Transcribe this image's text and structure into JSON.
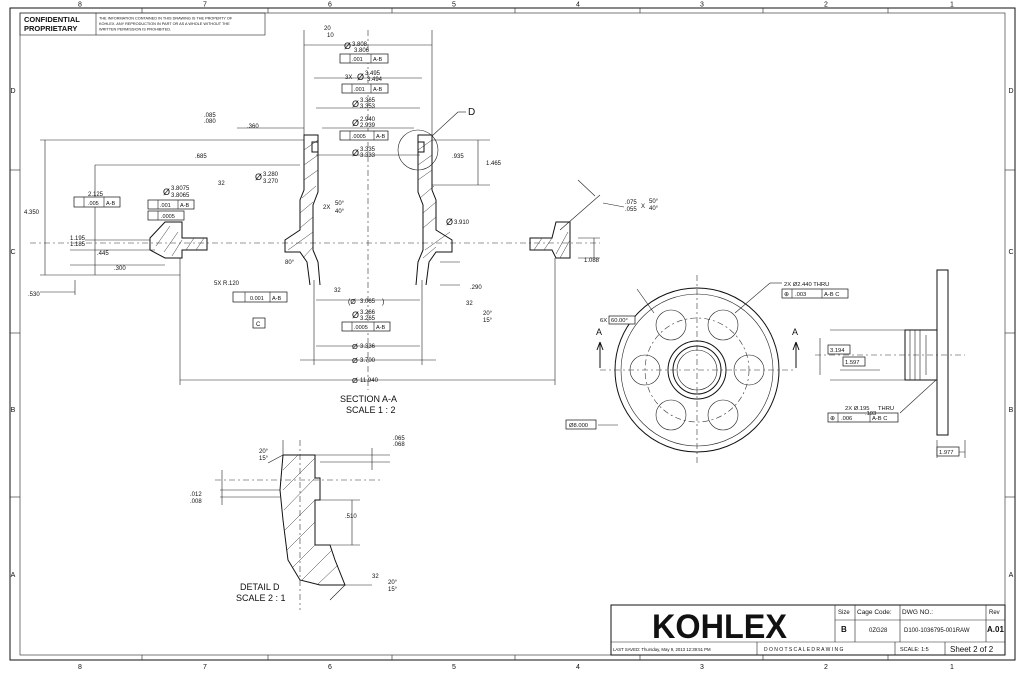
{
  "confidential": {
    "line1": "CONFIDENTIAL",
    "line2": "PROPRIETARY",
    "notice": [
      "THE INFORMATION CONTAINED IN THIS DRAWING IS THE PROPERTY OF",
      "KOHLEX. ANY REPRODUCTION IN PART OR AS A WHOLE WITHOUT THE",
      "WRITTEN PERMISSION IS PROHIBITED."
    ]
  },
  "zones": {
    "columns": [
      "8",
      "7",
      "6",
      "5",
      "4",
      "3",
      "2",
      "1"
    ],
    "rows": [
      "D",
      "C",
      "B",
      "A"
    ]
  },
  "section": {
    "label": "SECTION A-A",
    "scale": "SCALE 1 : 2"
  },
  "detail": {
    "label": "DETAIL D",
    "scale": "SCALE 2 : 1",
    "circle_label": "D"
  },
  "dims": {
    "d1a": "3.808",
    "d1b": "3.806",
    "fc1": ".001",
    "fc1r": "A-B",
    "d2pre": "3X",
    "d2a": "3.495",
    "d2b": "3.494",
    "fc2": ".001",
    "fc2r": "A-B",
    "d3a": "3.365",
    "d3b": "3.353",
    "d4a": "2.940",
    "d4b": "2.939",
    "fc4": ".0005",
    "fc4r": "A-B",
    "d5a": "3.335",
    "d5b": "3.333",
    "r20": "20",
    "r10": "10",
    "h085": ".085",
    "h080": ".080",
    "h360": ".360",
    "h685": ".685",
    "d6a": "3.280",
    "d6b": "3.270",
    "s32a": "32",
    "d7a": "3.8075",
    "d7b": "3.8065",
    "fc7": ".001",
    "fc7r": "A-B",
    "fc8": ".0005",
    "h2125": "2.125",
    "fc9": ".005",
    "fc9r": "A-B",
    "h4350": "4.350",
    "h1195": "1.195",
    "h1185": "1.185",
    "h445": ".445",
    "h300": ".300",
    "h530": ".530",
    "ch2x": "2X",
    "ch50": "50°",
    "ch40": "40°",
    "d3910": "3.910",
    "h935": ".935",
    "h1465": "1.465",
    "c80": "80°",
    "r5x": "5X R.120",
    "fc10": "0.001",
    "fc10r": "A-B",
    "datc": "C",
    "s32b": "32",
    "d3065": "3.065",
    "d8a": "3.266",
    "d8b": "3.265",
    "fc11": ".0005",
    "fc11r": "A-B",
    "d3336": "3.336",
    "d3700": "3.700",
    "d11940": "11.940",
    "h290": ".290",
    "s32c": "32",
    "c20": "20°",
    "c15": "15°",
    "ch075": ".075",
    "ch055": ".055",
    "chx": "X",
    "ch50b": "50°",
    "ch40b": "40°",
    "h1088": "1.088",
    "h2x2440": "2X Ø2.440 THRU",
    "fc12": ".003",
    "fc12r": "A-B C",
    "bolt6x": "6X",
    "bolt60": "60.00°",
    "secA1": "A",
    "secA2": "A",
    "d8000": "Ø8.000",
    "r3194": "3.194",
    "r1597": "1.597",
    "h2x195": "2X Ø.195",
    "h193": ".193",
    "thru": "THRU",
    "fc13": ".006",
    "fc13r": "A-B C",
    "r1977": "1.977",
    "dd20": "20°",
    "dd15": "15°",
    "dd065": ".065",
    "dd068": ".068",
    "dd012": ".012",
    "dd008": ".008",
    "dd510": ".510",
    "dd32": "32",
    "dd20b": "20°",
    "dd15b": "15°"
  },
  "titleblock": {
    "logo": "KOHLEX",
    "size_label": "Size",
    "size_value": "B",
    "cage_label": "Cage Code:",
    "cage_value": "0ZG28",
    "dwg_label": "DWG NO.:",
    "dwg_value": "D100-1036795-001RAW",
    "rev_label": "Rev",
    "rev_value": "A.01",
    "last_saved": "LAST SAVED: Thursday, May 9, 2013 12:39:51 PM",
    "dnsd": "D O   N O T   S C A L E   D R A W I N G",
    "scale": "SCALE: 1:5",
    "sheet": "Sheet 2 of 2"
  }
}
